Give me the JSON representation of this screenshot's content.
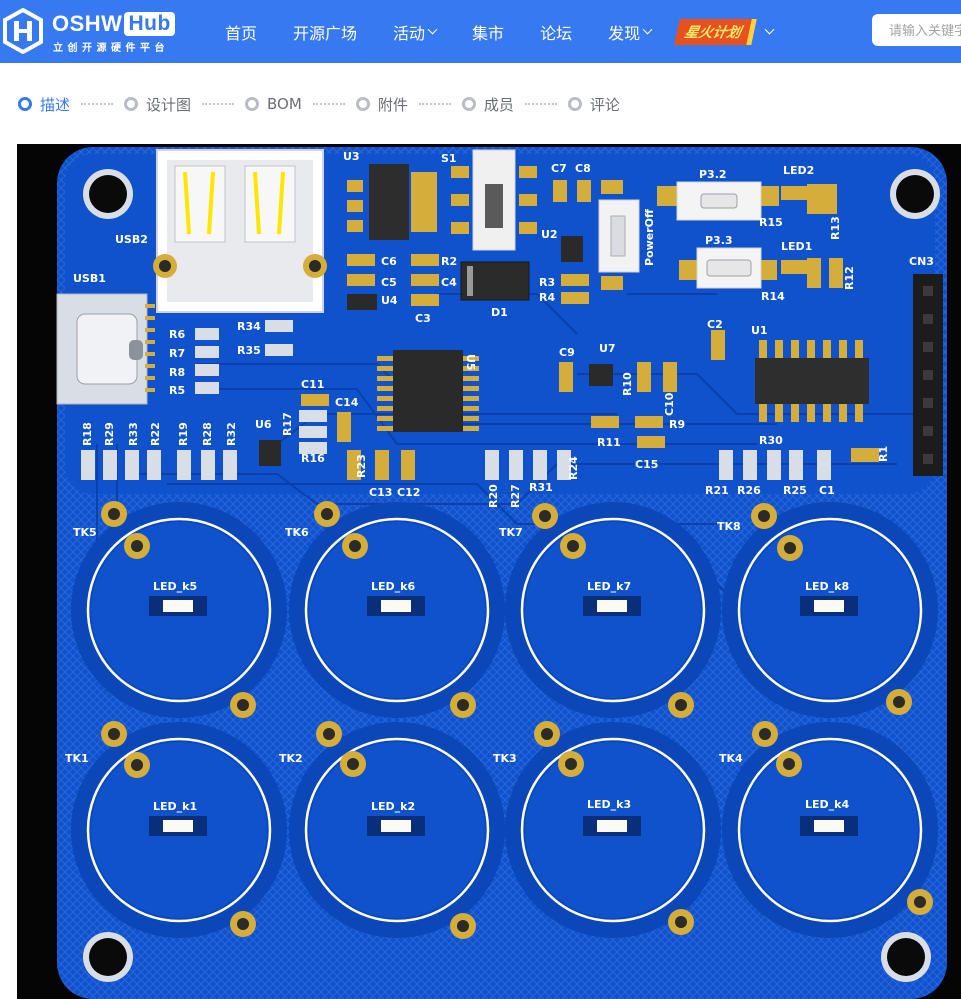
{
  "header": {
    "logo": {
      "wordmark": "OSHW",
      "badge": "Hub",
      "subtitle": "立创开源硬件平台",
      "mark_color": "#ffffff"
    },
    "nav": [
      {
        "label": "首页",
        "dropdown": false
      },
      {
        "label": "开源广场",
        "dropdown": false
      },
      {
        "label": "活动",
        "dropdown": true
      },
      {
        "label": "集市",
        "dropdown": false
      },
      {
        "label": "论坛",
        "dropdown": false
      },
      {
        "label": "发现",
        "dropdown": true
      }
    ],
    "promo": {
      "label": "星火计划",
      "dropdown": true
    },
    "search": {
      "placeholder": "请输入关键字",
      "value": ""
    },
    "background_color": "#3779f1"
  },
  "steps": [
    {
      "label": "描述",
      "active": true
    },
    {
      "label": "设计图",
      "active": false
    },
    {
      "label": "BOM",
      "active": false
    },
    {
      "label": "附件",
      "active": false
    },
    {
      "label": "成员",
      "active": false
    },
    {
      "label": "评论",
      "active": false
    }
  ],
  "board": {
    "colors": {
      "pcb": "#0f52cc",
      "copper_pad": "#d4ad3a",
      "silk": "#ffffff",
      "background": "#050505"
    },
    "labels": {
      "usb2": "USB2",
      "usb1": "USB1",
      "u3": "U3",
      "s1": "S1",
      "c7": "C7",
      "c8_top": "C8",
      "p32": "P3.2",
      "led2": "LED2",
      "u2": "U2",
      "power_off": "PowerOff",
      "p33": "P3.3",
      "r15": "R15",
      "r13": "R13",
      "led1": "LED1",
      "r12": "R12",
      "r14": "R14",
      "cn3": "CN3",
      "c6": "C6",
      "r2": "R2",
      "c5": "C5",
      "c4": "C4",
      "u4": "U4",
      "c3": "C3",
      "d1": "D1",
      "r3": "R3",
      "r4": "R4",
      "r6": "R6",
      "r34": "R34",
      "r7": "R7",
      "r35": "R35",
      "r8": "R8",
      "r5": "R5",
      "c2": "C2",
      "u1": "U1",
      "c9": "C9",
      "u7": "U7",
      "u5": "U5",
      "c11": "C11",
      "c14": "C14",
      "r10": "R10",
      "c10": "C10",
      "r11": "R11",
      "r9": "R9",
      "c15": "C15",
      "r30": "R30",
      "r18": "R18",
      "r29": "R29",
      "r33": "R33",
      "r22": "R22",
      "r19": "R19",
      "r28": "R28",
      "r32": "R32",
      "u6": "U6",
      "r17": "R17",
      "r16": "R16",
      "r23": "R23",
      "c13": "C13",
      "c12": "C12",
      "r20": "R20",
      "r27": "R27",
      "r31": "R31",
      "r24": "R24",
      "r21": "R21",
      "r26": "R26",
      "r25": "R25",
      "c1": "C1",
      "r1": "R1"
    },
    "touch_pads": [
      {
        "label": "TK5",
        "led": "LED_k5"
      },
      {
        "label": "TK6",
        "led": "LED_k6"
      },
      {
        "label": "TK7",
        "led": "LED_k7"
      },
      {
        "label": "TK8",
        "led": "LED_k8"
      },
      {
        "label": "TK1",
        "led": "LED_k1"
      },
      {
        "label": "TK2",
        "led": "LED_k2"
      },
      {
        "label": "TK3",
        "led": "LED_k3"
      },
      {
        "label": "TK4",
        "led": "LED_k4"
      }
    ]
  }
}
